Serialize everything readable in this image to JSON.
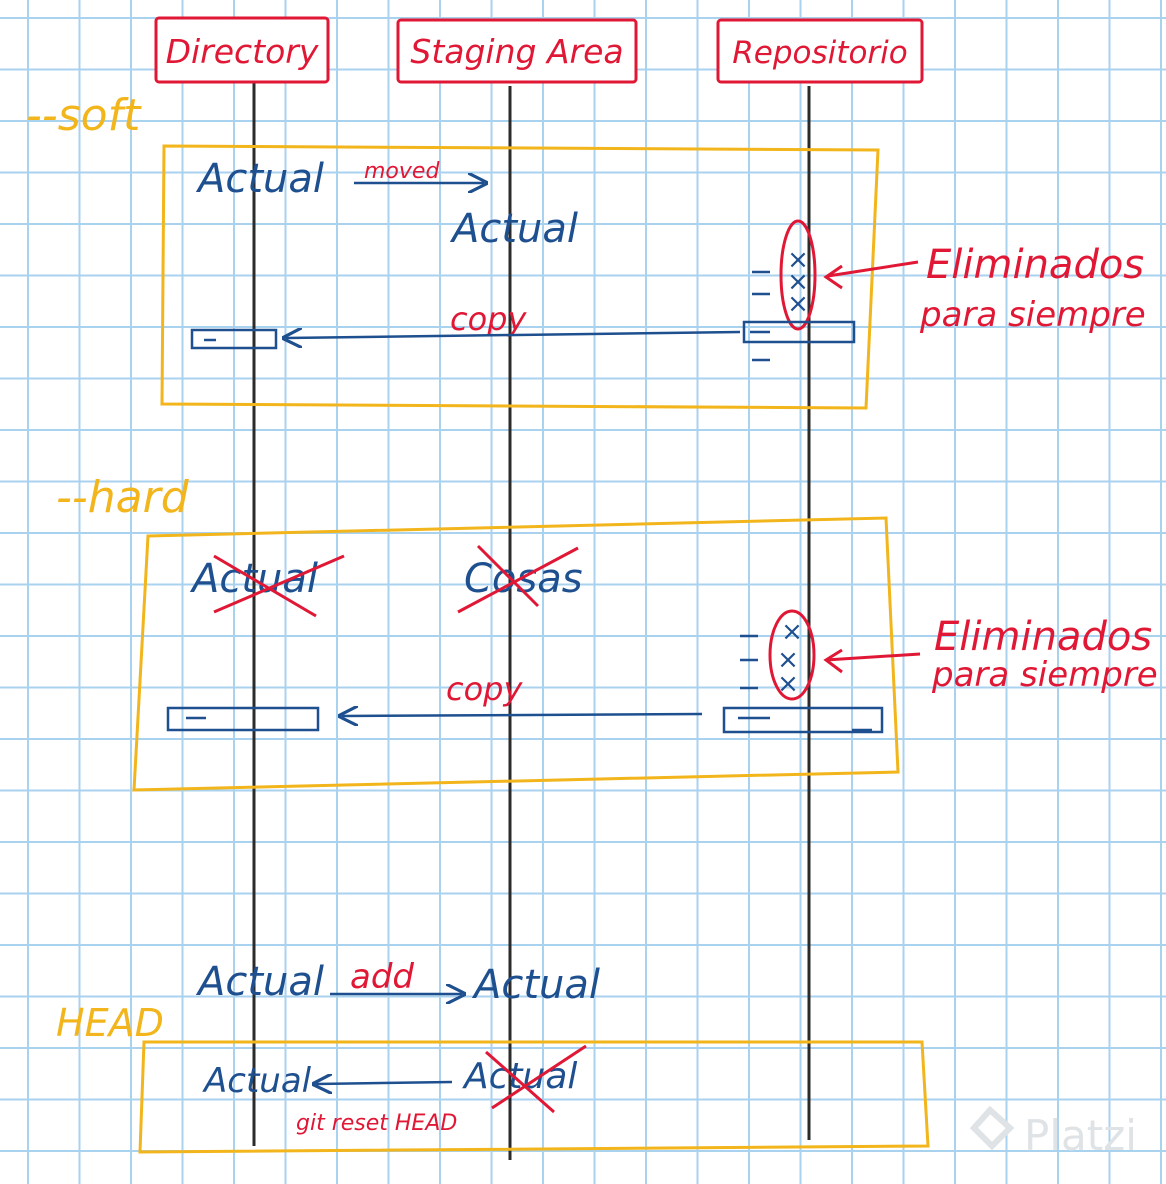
{
  "columns": {
    "directory": "Directory",
    "staging": "Staging Area",
    "repository": "Repositorio"
  },
  "soft": {
    "title": "--soft",
    "dir_file": "Actual",
    "moved_label": "moved",
    "stage_file": "Actual",
    "deleted_label": "Eliminados",
    "deleted_label_2": "para siempre",
    "copy_label": "copy"
  },
  "hard": {
    "title": "--hard",
    "dir_file": "Actual",
    "stage_file": "Cosas",
    "deleted_label": "Eliminados",
    "deleted_label_2": "para siempre",
    "copy_label": "copy"
  },
  "head": {
    "dir_file": "Actual",
    "add_label": "add",
    "stage_file": "Actual",
    "title": "HEAD",
    "reset_dir_file": "Actual",
    "reset_stage_file": "Actual",
    "command": "git reset HEAD"
  },
  "watermark": "Platzi",
  "colors": {
    "ink_blue": "#1e4f8f",
    "ink_red": "#e01835",
    "highlight_yellow": "#f2b51b",
    "grid_blue": "#a9d2ef"
  }
}
